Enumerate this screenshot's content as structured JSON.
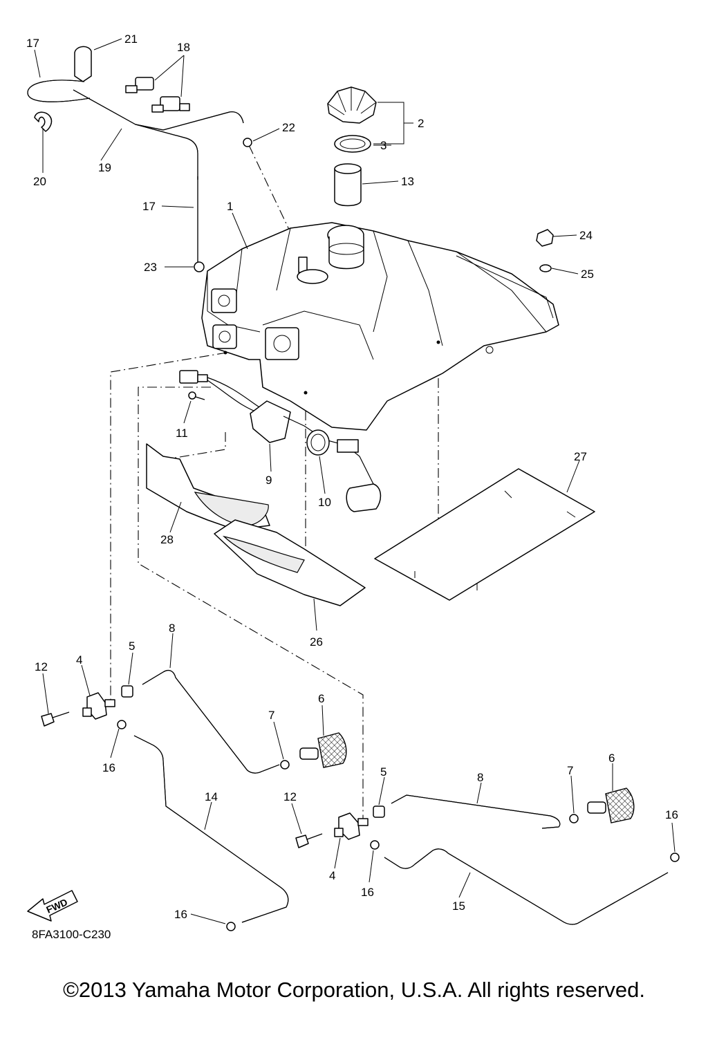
{
  "diagram": {
    "callouts": [
      {
        "id": "17a",
        "text": "17"
      },
      {
        "id": "21",
        "text": "21"
      },
      {
        "id": "18",
        "text": "18"
      },
      {
        "id": "22",
        "text": "22"
      },
      {
        "id": "2",
        "text": "2"
      },
      {
        "id": "3",
        "text": "3"
      },
      {
        "id": "13",
        "text": "13"
      },
      {
        "id": "19",
        "text": "19"
      },
      {
        "id": "20",
        "text": "20"
      },
      {
        "id": "17b",
        "text": "17"
      },
      {
        "id": "1",
        "text": "1"
      },
      {
        "id": "24",
        "text": "24"
      },
      {
        "id": "23",
        "text": "23"
      },
      {
        "id": "25",
        "text": "25"
      },
      {
        "id": "11",
        "text": "11"
      },
      {
        "id": "9",
        "text": "9"
      },
      {
        "id": "10",
        "text": "10"
      },
      {
        "id": "27",
        "text": "27"
      },
      {
        "id": "28",
        "text": "28"
      },
      {
        "id": "26",
        "text": "26"
      },
      {
        "id": "8a",
        "text": "8"
      },
      {
        "id": "5a",
        "text": "5"
      },
      {
        "id": "4a",
        "text": "4"
      },
      {
        "id": "12a",
        "text": "12"
      },
      {
        "id": "6a",
        "text": "6"
      },
      {
        "id": "7a",
        "text": "7"
      },
      {
        "id": "16a",
        "text": "16"
      },
      {
        "id": "14",
        "text": "14"
      },
      {
        "id": "5b",
        "text": "5"
      },
      {
        "id": "8b",
        "text": "8"
      },
      {
        "id": "6b",
        "text": "6"
      },
      {
        "id": "7b",
        "text": "7"
      },
      {
        "id": "12b",
        "text": "12"
      },
      {
        "id": "16b",
        "text": "16"
      },
      {
        "id": "4b",
        "text": "4"
      },
      {
        "id": "16c",
        "text": "16"
      },
      {
        "id": "15",
        "text": "15"
      },
      {
        "id": "16d",
        "text": "16"
      }
    ],
    "fwd_label": "FWD",
    "code": "8FA3100-C230"
  },
  "footer": {
    "copyright": "©2013 Yamaha Motor Corporation, U.S.A. All rights reserved."
  }
}
